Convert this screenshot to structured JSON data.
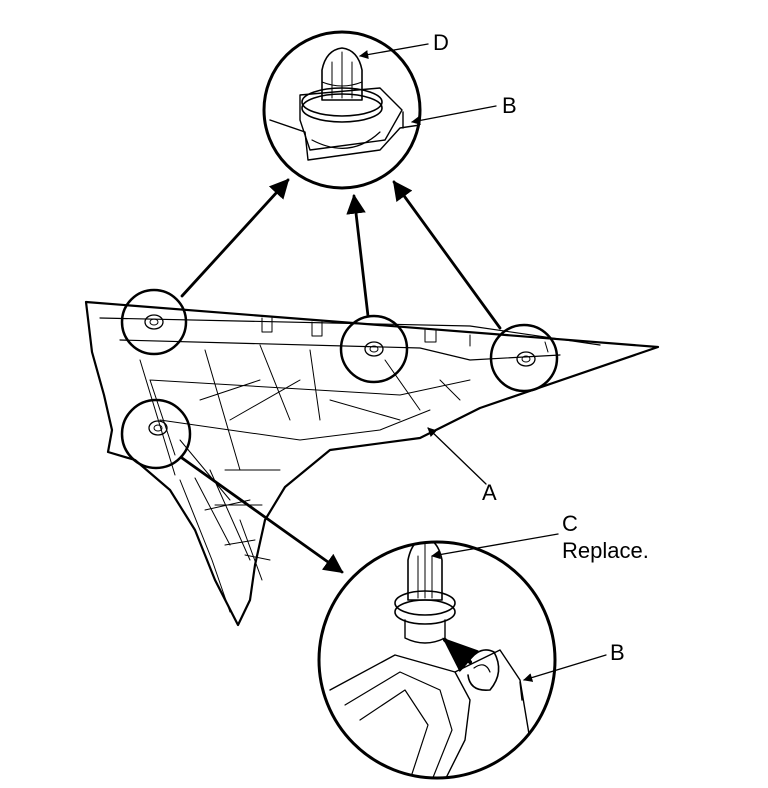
{
  "callouts": {
    "a": "A",
    "b_top": "B",
    "b_bottom": "B",
    "c": "C",
    "c_note": "Replace.",
    "d": "D"
  }
}
